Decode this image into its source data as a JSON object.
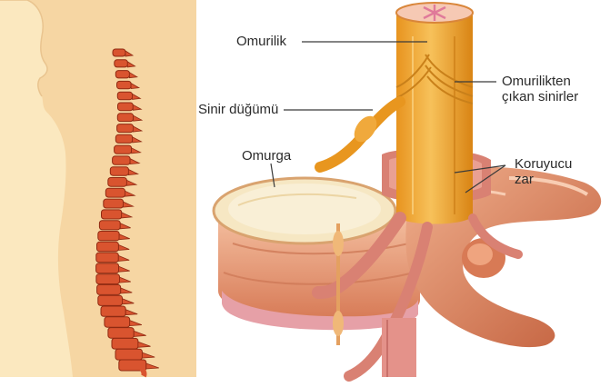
{
  "labels": {
    "spinal_cord": "Omurilik",
    "spinal_nerves_line1": "Omurilikten",
    "spinal_nerves_line2": "çıkan sinirler",
    "ganglion": "Sinir düğümü",
    "vertebra": "Omurga",
    "meninges_line1": "Koruyucu",
    "meninges_line2": "zar"
  },
  "colors": {
    "background": "#ffffff",
    "body_panel": "#f6d6a3",
    "body_silhouette": "#fbe8bf",
    "spine_bone": "#d9542f",
    "spine_bone_dark": "#8f2a12",
    "spinal_cord": "#f0a93c",
    "bone_light": "#f2b497",
    "bone_mid": "#e68d68",
    "bone_dark": "#b55537",
    "disc_top": "#f6e7c3",
    "meninges": "#d98173",
    "leader_line": "#3a3a3a"
  }
}
